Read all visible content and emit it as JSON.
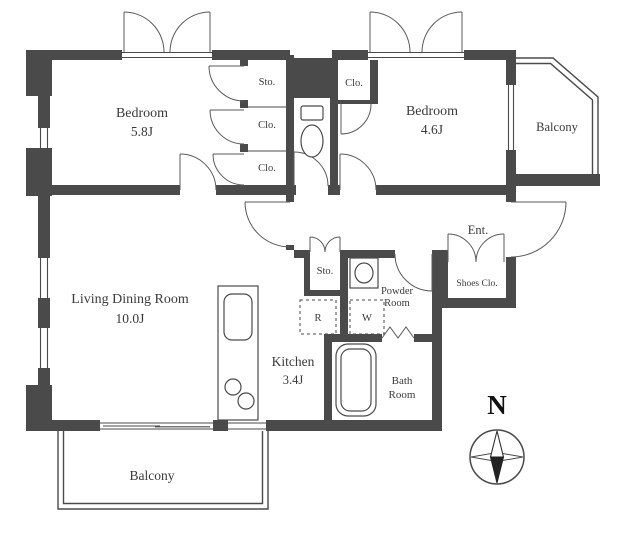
{
  "floorplan": {
    "rooms": {
      "bedroom1": {
        "name": "Bedroom",
        "size": "5.8J"
      },
      "bedroom2": {
        "name": "Bedroom",
        "size": "4.6J"
      },
      "ldk": {
        "name": "Living Dining Room",
        "size": "10.0J"
      },
      "kitchen": {
        "name": "Kitchen",
        "size": "3.4J"
      },
      "bath": {
        "line1": "Bath",
        "line2": "Room"
      },
      "powder": {
        "line1": "Powder",
        "line2": "Room"
      },
      "entrance": {
        "name": "Ent."
      },
      "shoes_closet": {
        "name": "Shoes Clo."
      },
      "balcony_top": {
        "name": "Balcony"
      },
      "balcony_bottom": {
        "name": "Balcony"
      },
      "storage_top": {
        "name": "Sto."
      },
      "closet_a": {
        "name": "Clo."
      },
      "closet_b": {
        "name": "Clo."
      },
      "closet_bedroom2": {
        "name": "Clo."
      },
      "storage_mid": {
        "name": "Sto."
      },
      "refrigerator": {
        "label": "R"
      },
      "washer": {
        "label": "W"
      }
    },
    "compass": {
      "north_label": "N"
    },
    "colors": {
      "wall": "#4a4a4a",
      "line": "#4a4a4a",
      "text": "#3a3a3a"
    }
  }
}
